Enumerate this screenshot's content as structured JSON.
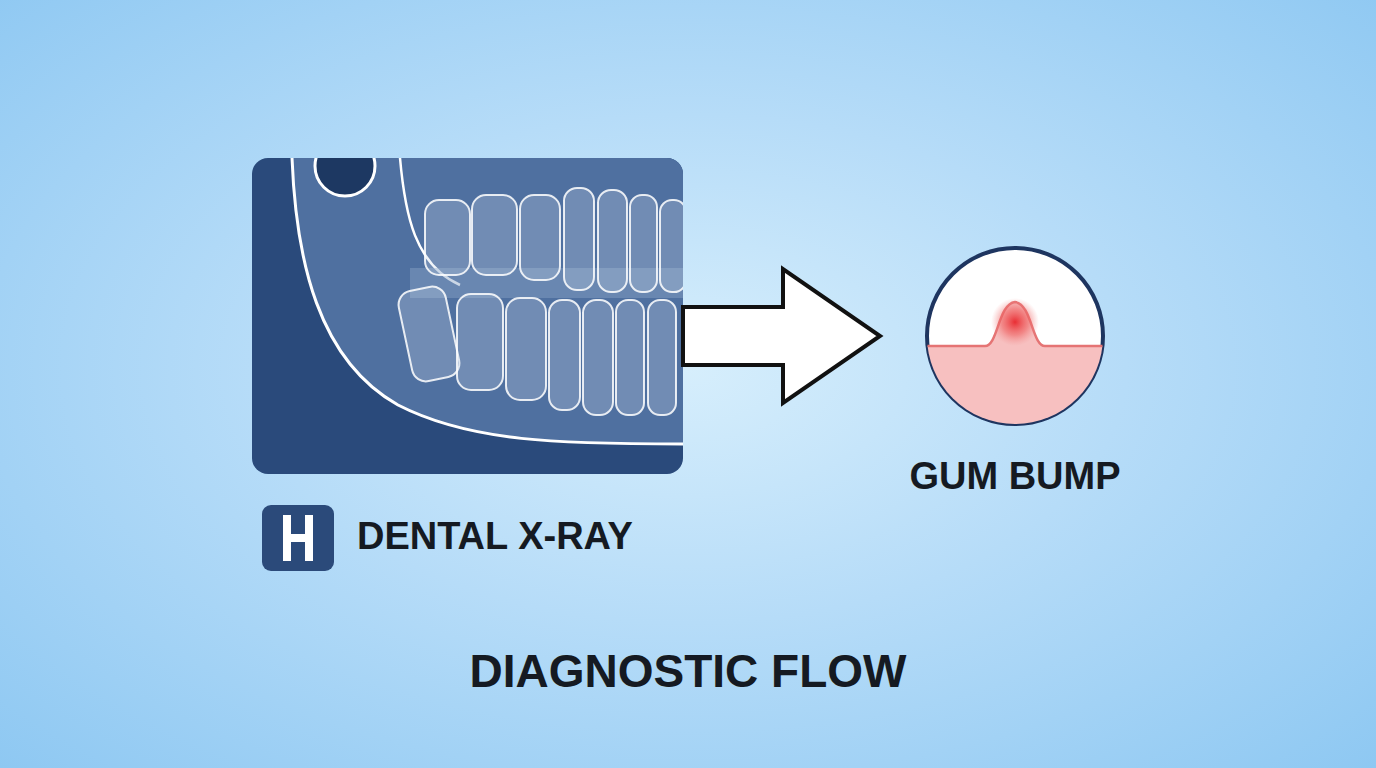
{
  "diagram": {
    "title": "DIAGNOSTIC FLOW",
    "nodes": [
      {
        "text": [
          "DENTAL X-RAY"
        ]
      },
      {
        "text": [
          "GUM BUMP"
        ]
      }
    ],
    "edges": [
      {
        "from": 0,
        "to": 1,
        "arrow": "to"
      }
    ]
  }
}
